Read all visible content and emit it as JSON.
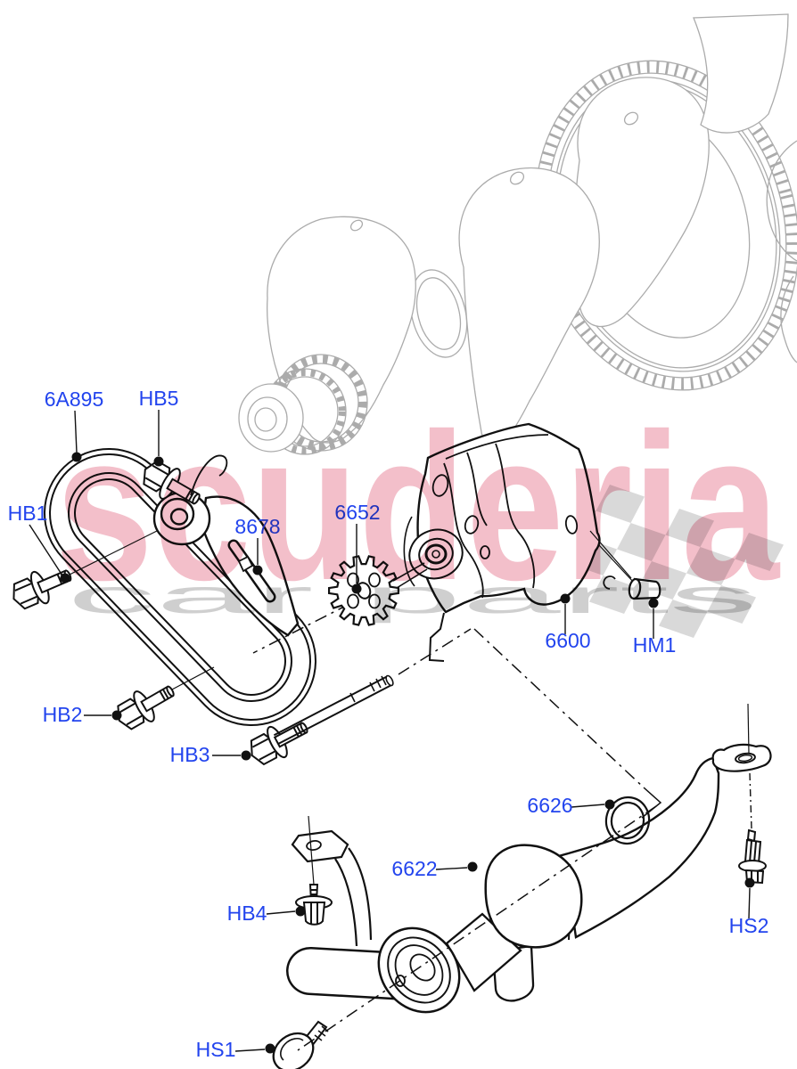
{
  "watermark": {
    "brand": "scuderia",
    "tagline": "car parts"
  },
  "diagram": {
    "callouts": [
      {
        "id": "6A895",
        "label": "6A895"
      },
      {
        "id": "HB5",
        "label": "HB5"
      },
      {
        "id": "HB1",
        "label": "HB1"
      },
      {
        "id": "8678",
        "label": "8678"
      },
      {
        "id": "6652",
        "label": "6652"
      },
      {
        "id": "6600",
        "label": "6600"
      },
      {
        "id": "HM1",
        "label": "HM1"
      },
      {
        "id": "HB2",
        "label": "HB2"
      },
      {
        "id": "HB3",
        "label": "HB3"
      },
      {
        "id": "6626",
        "label": "6626"
      },
      {
        "id": "6622",
        "label": "6622"
      },
      {
        "id": "HB4",
        "label": "HB4"
      },
      {
        "id": "HS2",
        "label": "HS2"
      },
      {
        "id": "HS1",
        "label": "HS1"
      }
    ],
    "colors": {
      "callout_blue": "#2244ee",
      "line_black": "#111111",
      "crankshaft_gray": "#ababab",
      "watermark_pink": "#f3bfca",
      "flag_gray": "#d9d9d9",
      "tagline_gray": "#cfcfcf"
    }
  }
}
